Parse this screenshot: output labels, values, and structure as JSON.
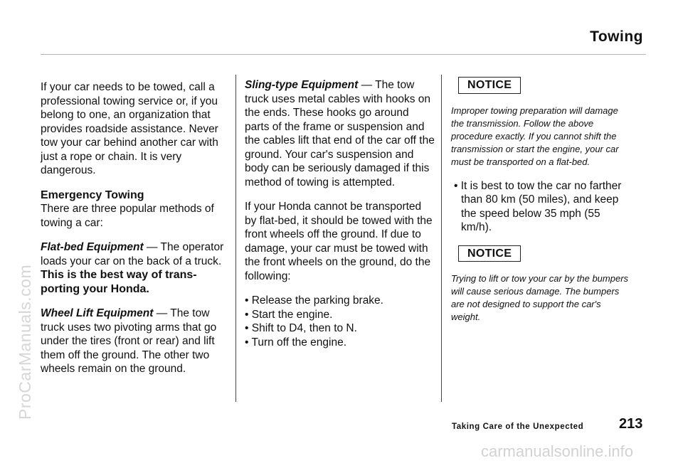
{
  "header": {
    "title": "Towing"
  },
  "left": {
    "intro": "If your car needs to be towed, call a professional towing service or, if you belong to one, an organization that provides roadside assistance. Never tow your car behind another car with just a rope or chain. It is very dangerous.",
    "emergency_heading": "Emergency Towing",
    "emergency_text": "There are three popular methods of towing a car:",
    "flatbed_lead": "Flat-bed Equipment",
    "flatbed_text": " — The operator loads your car on the back of a truck.",
    "flatbed_best": "This is the best way of trans-porting your Honda.",
    "wheel_lift_lead": "Wheel Lift Equipment",
    "wheel_lift_text": " — The tow truck uses two pivoting arms that go under the tires (front or rear) and lift them off the ground. The other two wheels remain on the ground."
  },
  "middle": {
    "sling_lead": "Sling-type Equipment",
    "sling_text": " — The tow truck uses metal cables with hooks on the ends. These hooks go around parts of the frame or suspension and the cables lift that end of the car off the ground. Your car's suspension and body can be seriously damaged if this method of towing is attempted.",
    "flatbed_fallback": "If your Honda cannot be transported by flat-bed, it should be towed with the front wheels off the ground. If due to damage, your car must be towed with the front wheels on the ground, do the following:",
    "steps": [
      "Release the parking brake.",
      "Start the engine.",
      "Shift to D4, then to N.",
      "Turn off the engine."
    ]
  },
  "right": {
    "notice_label": "NOTICE",
    "notice1_text": "Improper towing preparation will damage the transmission. Follow the above procedure exactly. If you cannot shift the transmission or start the engine, your car must be transported on a flat-bed.",
    "speed_bullet": "It is best to tow the car no farther than 80 km (50 miles), and keep the speed below 35 mph (55 km/h).",
    "notice2_text": "Trying to lift or tow your car by the bumpers will cause serious damage. The bumpers are not designed to support the car's weight."
  },
  "footer": {
    "section": "Taking Care of the Unexpected",
    "page_number": "213"
  },
  "watermarks": {
    "side": "ProCarManuals.com",
    "bottom": "carmanualsonline.info"
  }
}
